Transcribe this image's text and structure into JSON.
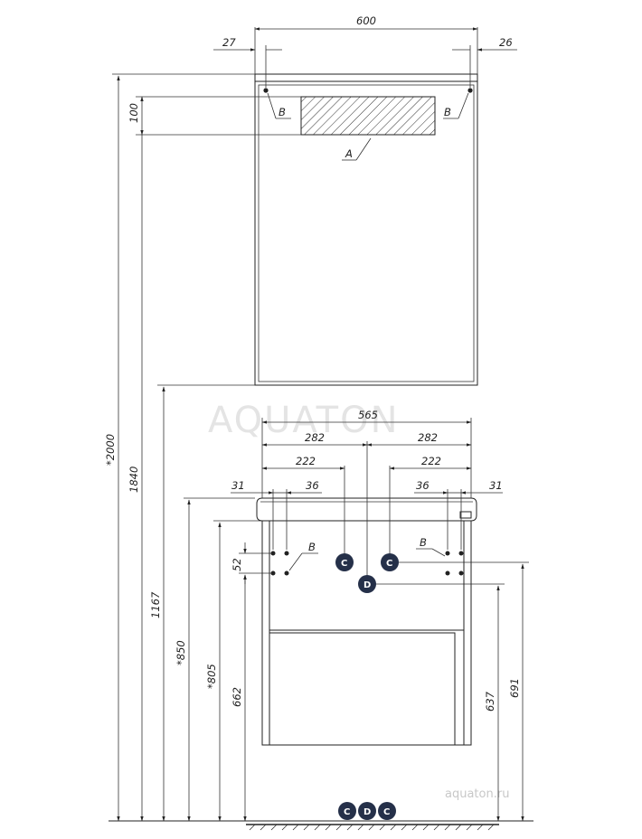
{
  "watermark": "AQUATON",
  "website": "aquaton.ru",
  "dimensions": {
    "mirror_width": "600",
    "mirror_left_offset": "27",
    "mirror_right_offset": "26",
    "mirror_top_zone": "100",
    "total_height": "*2000",
    "mirror_top_height": "1840",
    "mirror_bottom_height": "1167",
    "cabinet_width": "565",
    "half_left": "282",
    "half_right": "282",
    "pipe_left": "222",
    "pipe_right": "222",
    "edge_left": "31",
    "edge_right": "31",
    "hole_left": "36",
    "hole_right": "36",
    "hole_spacing": "52",
    "cabinet_top_height": "*850",
    "cabinet_body_height": "*805",
    "upper_holes_height": "662",
    "drain_height": "637",
    "water_height": "691"
  },
  "labels": {
    "A": "A",
    "B": "B",
    "C": "C",
    "D": "D"
  },
  "colors": {
    "line": "#222222",
    "marker": "#253049",
    "watermark": "#e4e4e4"
  }
}
